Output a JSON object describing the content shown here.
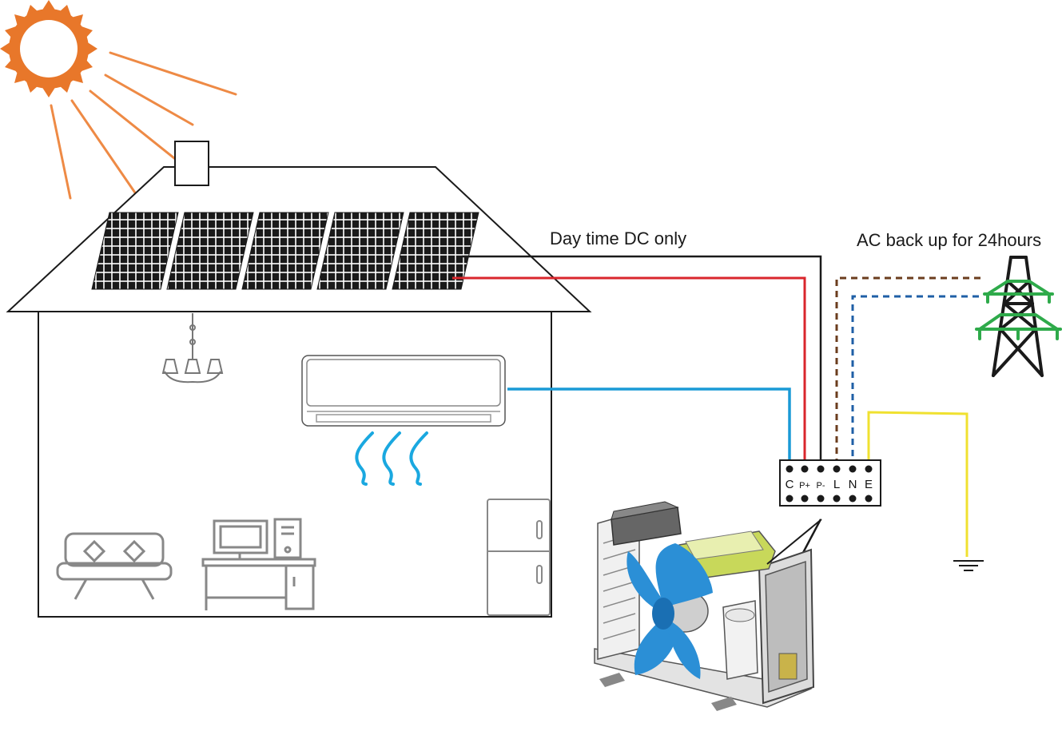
{
  "labels": {
    "dc_line": "Day time DC only",
    "ac_line": "AC back up for 24hours"
  },
  "terminal_block": {
    "terminals": [
      "C",
      "P+",
      "P-",
      "L",
      "N",
      "E"
    ]
  },
  "colors": {
    "sun": "#e8772a",
    "dc_positive": "#d9262c",
    "dc_negative": "#1a1a1a",
    "comm": "#1a9ad6",
    "live_ac": "#6b3d1e",
    "neutral_ac": "#1f5fa6",
    "earth": "#f0e130",
    "pylon": "#2eaa4a",
    "fan": "#2b8fd6",
    "airflow": "#1aa8e0",
    "pcb": "#c8d85a"
  },
  "icons": [
    "sun-icon",
    "solar-panel-icon",
    "chandelier-icon",
    "indoor-ac-unit-icon",
    "sofa-icon",
    "desk-computer-icon",
    "fridge-icon",
    "outdoor-unit-icon",
    "power-pylon-icon",
    "ground-symbol-icon"
  ]
}
